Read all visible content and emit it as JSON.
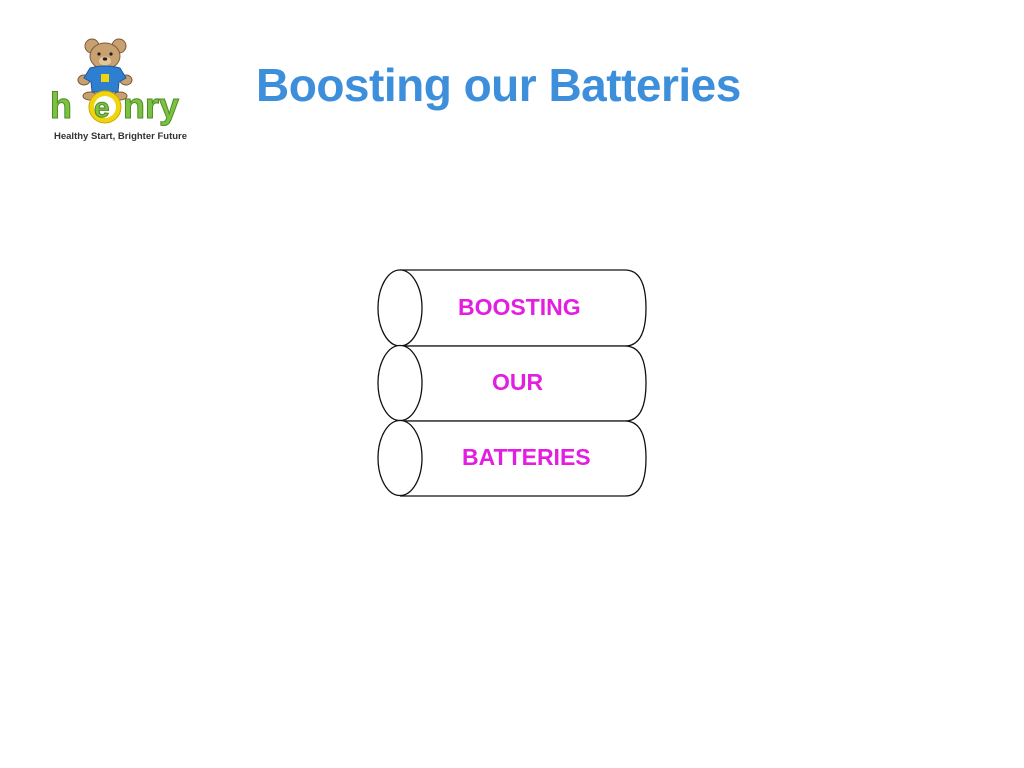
{
  "slide": {
    "title": "Boosting our Batteries",
    "logo": {
      "brand": "henry",
      "tagline": "Healthy Start, Brighter Future",
      "icon": "teddy-bear-icon"
    },
    "colors": {
      "title": "#3d8fdc",
      "label": "#e31ee0",
      "logo_green": "#7cc242",
      "logo_yellow": "#f2d40e",
      "bear_shirt": "#2f7fd0",
      "outline": "#111111"
    }
  },
  "diagram": {
    "type": "stacked-cylinders",
    "cylinders": [
      {
        "label": "BOOSTING"
      },
      {
        "label": "OUR"
      },
      {
        "label": "BATTERIES"
      }
    ]
  }
}
